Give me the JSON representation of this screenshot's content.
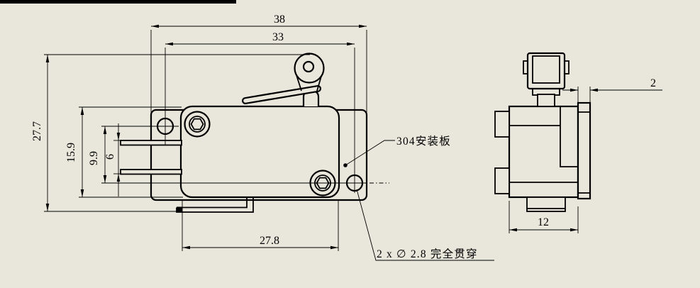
{
  "colors": {
    "background": "#e9e7db",
    "line": "#000000"
  },
  "front_view": {
    "dim_plate_width": "38",
    "dim_hole_span_h": "33",
    "dim_overall_height": "27.7",
    "dim_body_height": "15.9",
    "dim_hole_span_v": "9.9",
    "dim_terminal_span": "6",
    "dim_body_width": "27.8",
    "label_mounting_plate": "304安装板",
    "label_holes": "2 x ∅ 2.8 完全贯穿"
  },
  "side_view": {
    "dim_plate_thickness": "2",
    "dim_body_depth": "12"
  }
}
